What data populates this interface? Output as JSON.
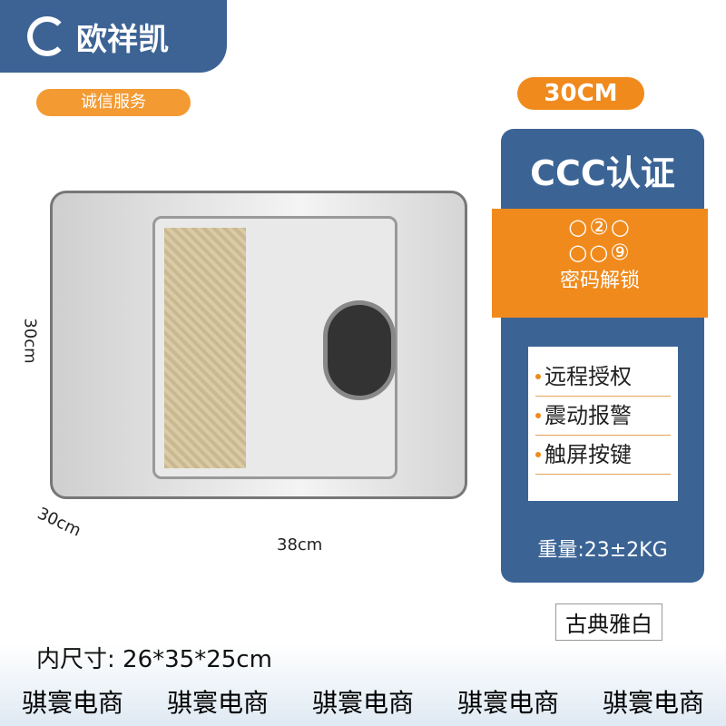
{
  "brand": {
    "name": "欧祥凯",
    "tagline": "诚信服务"
  },
  "size_badge": "30CM",
  "cert": "CCC认证",
  "unlock": {
    "icon": "keypad-icon",
    "label": "密码解锁"
  },
  "features": [
    "远程授权",
    "震动报警",
    "触屏按键"
  ],
  "weight": "重量:23±2KG",
  "dimensions": {
    "height": "30cm",
    "depth": "30cm",
    "width": "38cm"
  },
  "color_name": "古典雅白",
  "inner_size": "内尺寸: 26*35*25cm",
  "watermark": "骐寰电商",
  "colors": {
    "blue": "#3b6495",
    "orange": "#f08a1c"
  }
}
